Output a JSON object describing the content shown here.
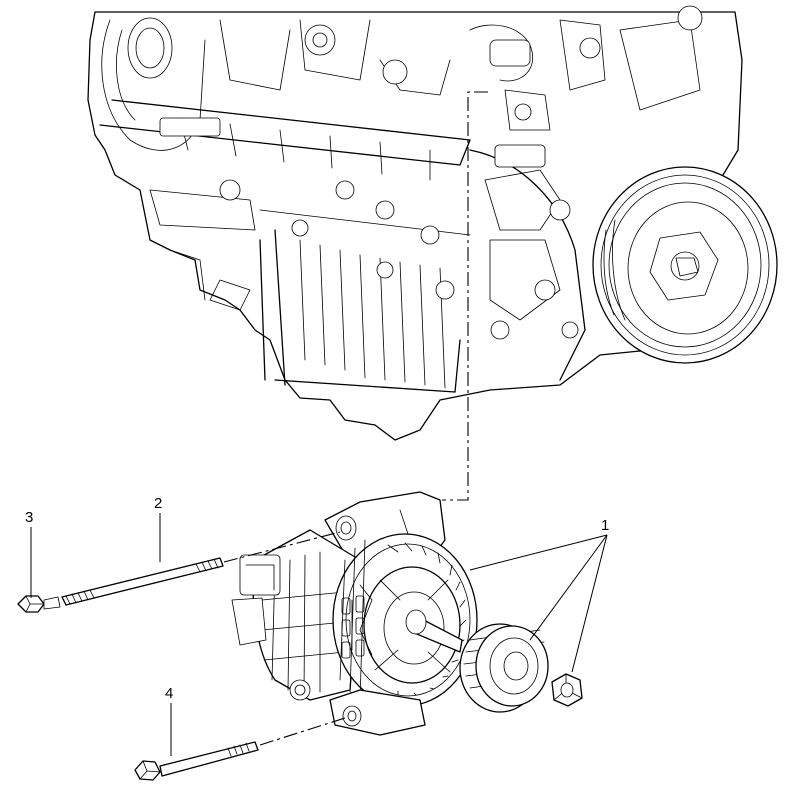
{
  "callouts": [
    {
      "id": "1",
      "label": "1"
    },
    {
      "id": "2",
      "label": "2"
    },
    {
      "id": "3",
      "label": "3"
    },
    {
      "id": "4",
      "label": "4"
    }
  ],
  "colors": {
    "line": "#000000",
    "background": "#ffffff"
  },
  "parts": [
    {
      "id": "engine",
      "icon": "engine-block-icon"
    },
    {
      "id": "generator",
      "icon": "alternator-icon"
    },
    {
      "id": "pulley",
      "icon": "pulley-icon"
    },
    {
      "id": "nut-1",
      "icon": "hex-nut-icon"
    },
    {
      "id": "stud-bolt-2",
      "icon": "stud-bolt-icon"
    },
    {
      "id": "nut-3",
      "icon": "hex-nut-icon"
    },
    {
      "id": "bolt-4",
      "icon": "hex-bolt-icon"
    }
  ]
}
